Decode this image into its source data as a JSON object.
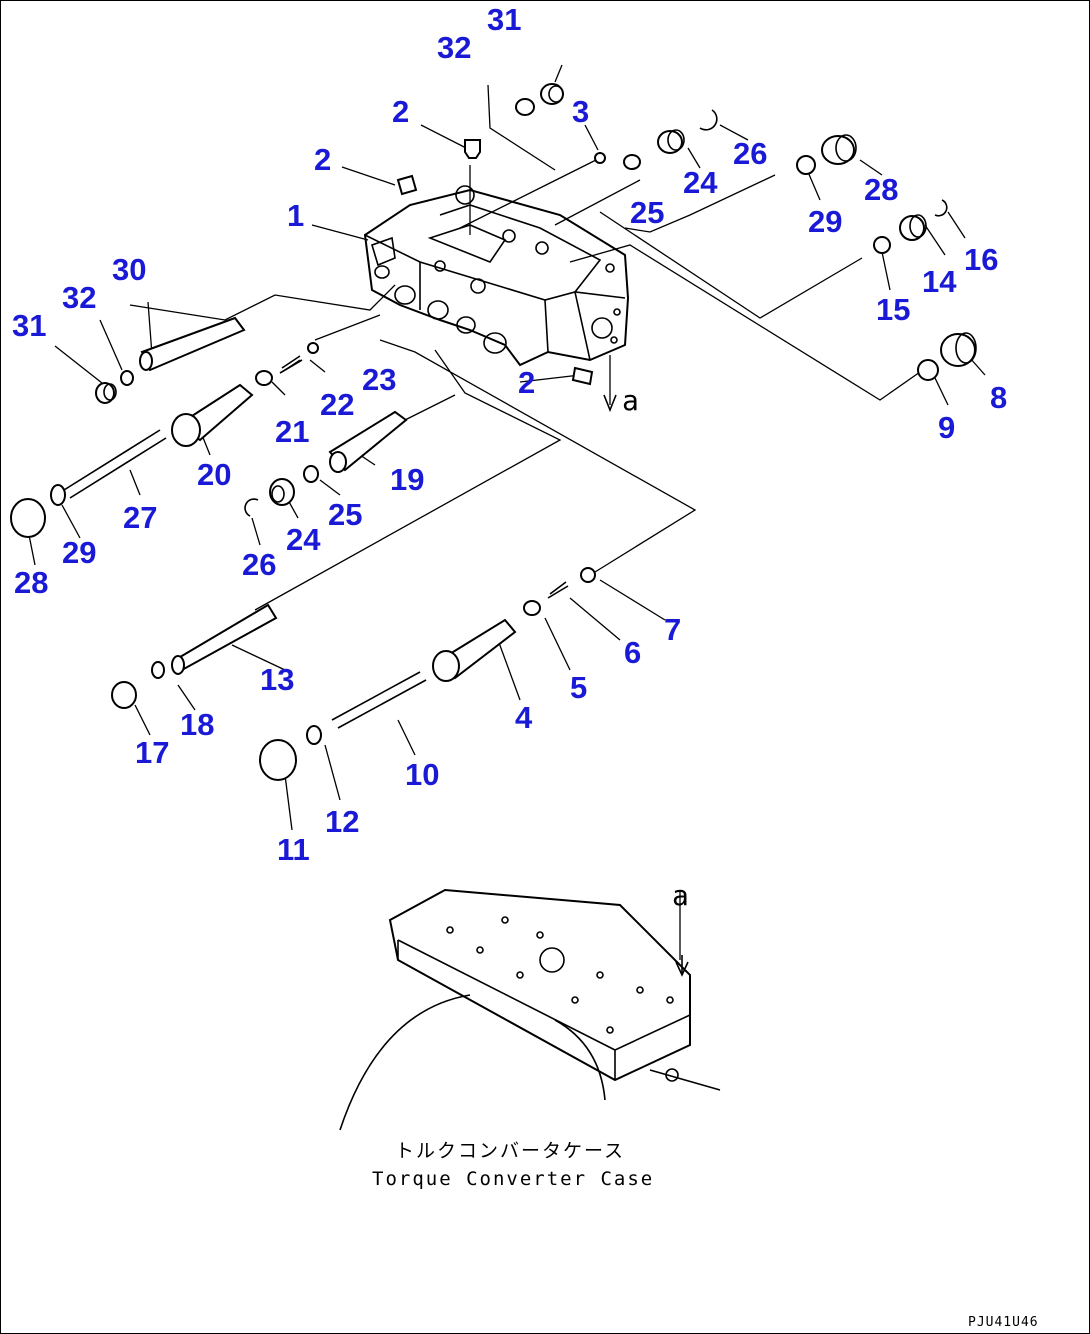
{
  "callouts": [
    "31",
    "32",
    "2",
    "3",
    "26",
    "24",
    "2",
    "25",
    "28",
    "29",
    "1",
    "16",
    "14",
    "15",
    "30",
    "32",
    "31",
    "23",
    "22",
    "21",
    "8",
    "2",
    "9",
    "20",
    "19",
    "27",
    "25",
    "24",
    "29",
    "26",
    "28",
    "7",
    "6",
    "5",
    "13",
    "4",
    "18",
    "17",
    "12",
    "10",
    "11"
  ],
  "view_marker": "a",
  "caption": {
    "japanese": "トルクコンバータケース",
    "english": "Torque Converter Case"
  },
  "drawing_code": "PJU41U46"
}
